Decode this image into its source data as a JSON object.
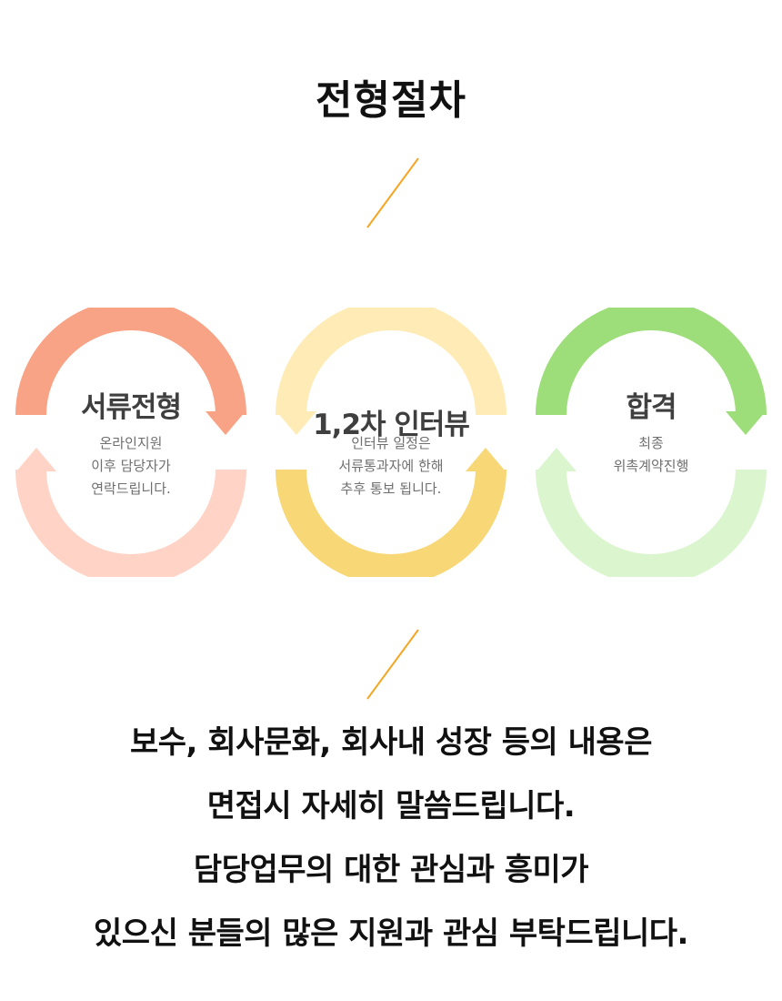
{
  "page": {
    "title": "전형절차"
  },
  "colors": {
    "accent_line": "#f5a623",
    "step1_top": "#f9a386",
    "step1_bottom": "#ffd4c7",
    "step2_top": "#ffebb5",
    "step2_bottom": "#f8d776",
    "step3_top": "#9ddd7a",
    "step3_bottom": "#dbf5cf"
  },
  "steps": [
    {
      "title": "서류전형",
      "desc": [
        "온라인지원",
        "이후 담당자가",
        "연락드립니다."
      ]
    },
    {
      "title": "1,2차 인터뷰",
      "desc": [
        "인터뷰 일정은",
        "서류통과자에 한해",
        "추후 통보 됩니다."
      ]
    },
    {
      "title": "합격",
      "desc": [
        "최종",
        "위촉계약진행"
      ]
    }
  ],
  "closing": {
    "lines": [
      "보수, 회사문화, 회사내 성장 등의 내용은",
      "면접시 자세히 말씀드립니다.",
      "담당업무의 대한 관심과 흥미가",
      "있으신 분들의 많은 지원과 관심 부탁드립니다."
    ]
  }
}
